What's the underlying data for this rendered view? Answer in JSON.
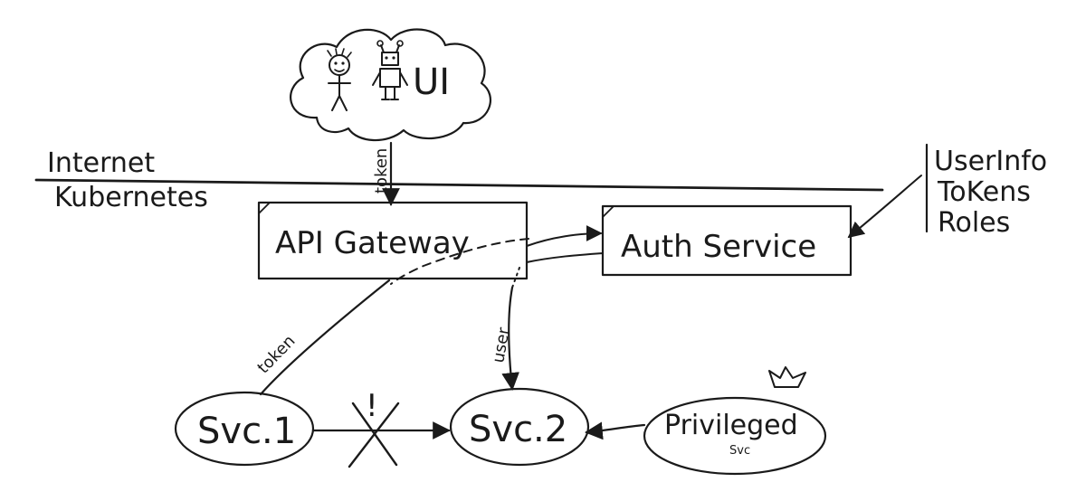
{
  "cloud": {
    "label": "UI"
  },
  "boundary": {
    "internet": "Internet",
    "kubernetes": "Kubernetes"
  },
  "api_gateway": {
    "label": "API Gateway"
  },
  "auth_service": {
    "label": "Auth Service"
  },
  "auth_info": {
    "items": [
      "UserInfo",
      "ToKens",
      "Roles"
    ]
  },
  "edges": {
    "token_in": "token",
    "token_svc1": "token",
    "user_svc2": "user"
  },
  "svc1": {
    "label": "Svc.1"
  },
  "svc2": {
    "label": "Svc.2"
  },
  "privileged": {
    "label": "Privileged",
    "sublabel": "Svc"
  },
  "blocked_mark": "!"
}
